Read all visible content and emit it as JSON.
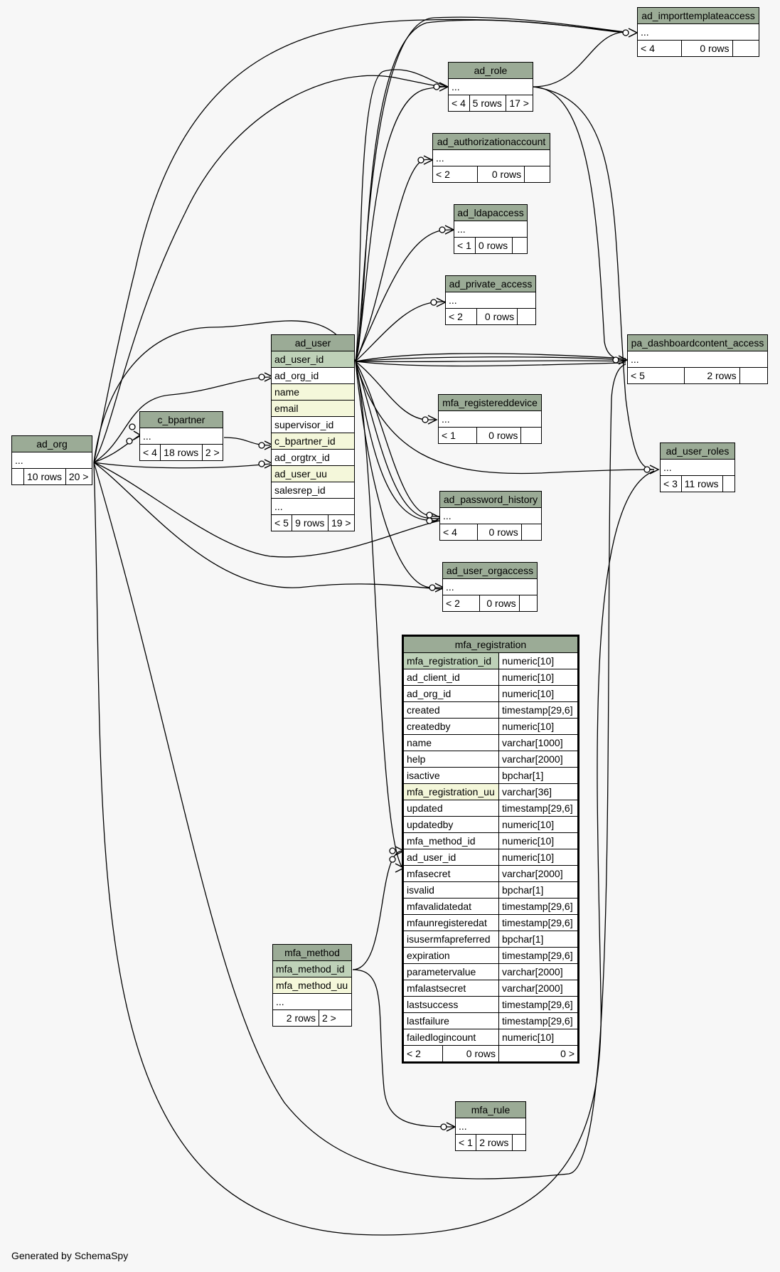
{
  "footer": "Generated by SchemaSpy",
  "tables": {
    "ad_importtemplateaccess": {
      "name": "ad_importtemplateaccess",
      "cols": [
        "..."
      ],
      "stats": [
        "< 4",
        "0 rows",
        ""
      ]
    },
    "ad_role": {
      "name": "ad_role",
      "cols": [
        "..."
      ],
      "stats": [
        "< 4",
        "5 rows",
        "17 >"
      ]
    },
    "ad_authorizationaccount": {
      "name": "ad_authorizationaccount",
      "cols": [
        "..."
      ],
      "stats": [
        "< 2",
        "0 rows",
        ""
      ]
    },
    "ad_ldapaccess": {
      "name": "ad_ldapaccess",
      "cols": [
        "..."
      ],
      "stats": [
        "< 1",
        "0 rows",
        ""
      ]
    },
    "ad_private_access": {
      "name": "ad_private_access",
      "cols": [
        "..."
      ],
      "stats": [
        "< 2",
        "0 rows",
        ""
      ]
    },
    "pa_dashboardcontent_access": {
      "name": "pa_dashboardcontent_access",
      "cols": [
        "..."
      ],
      "stats": [
        "< 5",
        "2 rows",
        ""
      ]
    },
    "ad_user": {
      "name": "ad_user",
      "cols": [
        "ad_user_id",
        "ad_org_id",
        "name",
        "email",
        "supervisor_id",
        "c_bpartner_id",
        "ad_orgtrx_id",
        "ad_user_uu",
        "salesrep_id",
        "..."
      ],
      "stats": [
        "< 5",
        "9 rows",
        "19 >"
      ]
    },
    "c_bpartner": {
      "name": "c_bpartner",
      "cols": [
        "..."
      ],
      "stats": [
        "< 4",
        "18 rows",
        "2 >"
      ]
    },
    "ad_org": {
      "name": "ad_org",
      "cols": [
        "..."
      ],
      "stats": [
        "",
        "10 rows",
        "20 >"
      ]
    },
    "mfa_registereddevice": {
      "name": "mfa_registereddevice",
      "cols": [
        "..."
      ],
      "stats": [
        "< 1",
        "0 rows",
        ""
      ]
    },
    "ad_user_roles": {
      "name": "ad_user_roles",
      "cols": [
        "..."
      ],
      "stats": [
        "< 3",
        "11 rows",
        ""
      ]
    },
    "ad_password_history": {
      "name": "ad_password_history",
      "cols": [
        "..."
      ],
      "stats": [
        "< 4",
        "0 rows",
        ""
      ]
    },
    "ad_user_orgaccess": {
      "name": "ad_user_orgaccess",
      "cols": [
        "..."
      ],
      "stats": [
        "< 2",
        "0 rows",
        ""
      ]
    },
    "mfa_method": {
      "name": "mfa_method",
      "cols": [
        "mfa_method_id",
        "mfa_method_uu",
        "..."
      ],
      "stats": [
        "",
        "2 rows",
        "2 >"
      ]
    },
    "mfa_rule": {
      "name": "mfa_rule",
      "cols": [
        "..."
      ],
      "stats": [
        "< 1",
        "2 rows",
        ""
      ]
    },
    "mfa_registration": {
      "name": "mfa_registration",
      "cols": [
        [
          "mfa_registration_id",
          "numeric[10]"
        ],
        [
          "ad_client_id",
          "numeric[10]"
        ],
        [
          "ad_org_id",
          "numeric[10]"
        ],
        [
          "created",
          "timestamp[29,6]"
        ],
        [
          "createdby",
          "numeric[10]"
        ],
        [
          "name",
          "varchar[1000]"
        ],
        [
          "help",
          "varchar[2000]"
        ],
        [
          "isactive",
          "bpchar[1]"
        ],
        [
          "mfa_registration_uu",
          "varchar[36]"
        ],
        [
          "updated",
          "timestamp[29,6]"
        ],
        [
          "updatedby",
          "numeric[10]"
        ],
        [
          "mfa_method_id",
          "numeric[10]"
        ],
        [
          "ad_user_id",
          "numeric[10]"
        ],
        [
          "mfasecret",
          "varchar[2000]"
        ],
        [
          "isvalid",
          "bpchar[1]"
        ],
        [
          "mfavalidatedat",
          "timestamp[29,6]"
        ],
        [
          "mfaunregisteredat",
          "timestamp[29,6]"
        ],
        [
          "isusermfapreferred",
          "bpchar[1]"
        ],
        [
          "expiration",
          "timestamp[29,6]"
        ],
        [
          "parametervalue",
          "varchar[2000]"
        ],
        [
          "mfalastsecret",
          "varchar[2000]"
        ],
        [
          "lastsuccess",
          "timestamp[29,6]"
        ],
        [
          "lastfailure",
          "timestamp[29,6]"
        ],
        [
          "failedlogincount",
          "numeric[10]"
        ]
      ],
      "stats": [
        "< 2",
        "0 rows",
        "0 >"
      ]
    }
  }
}
